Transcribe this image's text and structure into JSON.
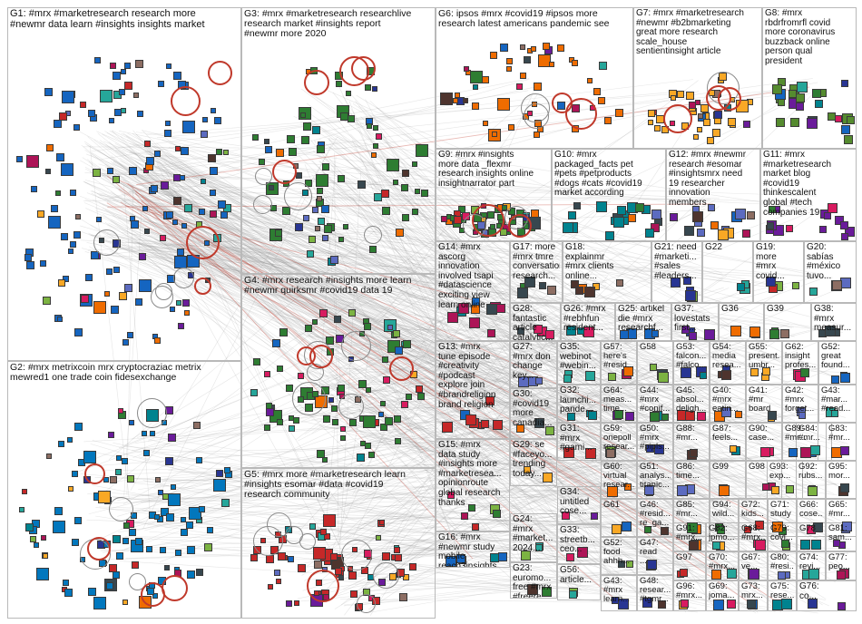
{
  "page": {
    "background": "#ffffff",
    "edge_color": "#8c8c8c",
    "highlight_edge_color": "#c0392b"
  },
  "node_palette": [
    "#2e7d32",
    "#1565c0",
    "#6a1b9a",
    "#ad1457",
    "#00838f",
    "#ef6c00",
    "#4e342e",
    "#37474f",
    "#c62828",
    "#7cb342",
    "#f9a825",
    "#5c6bc0",
    "#26a69a",
    "#8d6e63",
    "#d81b60",
    "#283593"
  ],
  "groups": [
    {
      "id": "G1",
      "label": "G1: #mrx #marketresearch research more\n#newmr data learn #insights insights market",
      "node_color": "#1565c0",
      "density": 140
    },
    {
      "id": "G2",
      "label": "G2: #mrx metrixcoin mrx cryptocraziac metrix\nmewred1 one trade coin fidesexchange",
      "node_color": "#0277bd",
      "density": 110
    },
    {
      "id": "G3",
      "label": "G3: #mrx #marketresearch researchlive\nresearch market #insights report\n#newmr more 2020",
      "node_color": "#2e7d32",
      "density": 80
    },
    {
      "id": "G4",
      "label": "G4: #mrx research #insights more learn\n#newmr quirksmr #covid19 data 19",
      "node_color": "#2e7d32",
      "density": 80
    },
    {
      "id": "G5",
      "label": "G5: #mrx more #marketresearch learn\n#insights esomar #data #covid19\nresearch community",
      "node_color": "#c62828",
      "density": 70
    },
    {
      "id": "G6",
      "label": "G6: ipsos #mrx #covid19 #ipsos more\nresearch latest americans pandemic see",
      "node_color": "#ef6c00",
      "density": 50
    },
    {
      "id": "G7",
      "label": "G7: #mrx #marketresearch\n#newmr #b2bmarketing\ngreat more research\nscale_house\nsentientinsight article",
      "node_color": "#f9a825",
      "density": 40
    },
    {
      "id": "G8",
      "label": "G8: #mrx\nrbdrfromrfl covid\nmore coronavirus\nbuzzback online\nperson qual\npresident",
      "node_color": "#558b2f",
      "density": 25
    },
    {
      "id": "G9",
      "label": "G9: #mrx #insights\nmore data _flexmr\nresearch insights online\ninsightnarrator part",
      "node_color": "#2e7d32",
      "density": 50
    },
    {
      "id": "G10",
      "label": "G10: #mrx\npackaged_facts pet\n#pets #petproducts\n#dogs #cats #covid19\nmarket according",
      "node_color": "#00838f",
      "density": 20
    },
    {
      "id": "G12",
      "label": "G12: #mrx #newmr\nresearch #esomar\n#insightsmrx need\n19 researcher\ninnovation\nmembers",
      "node_color": "#5c6bc0",
      "density": 15
    },
    {
      "id": "G11",
      "label": "G11: #mrx\n#marketresearch\nmarket blog\n#covid19\nthinkescalent\nglobal #tech\ncompanies 19",
      "node_color": "#6a1b9a",
      "density": 15
    },
    {
      "id": "G14",
      "label": "G14: #mrx\nascorg\ninnovation\ninvolved tsapi\n#datascience\nexciting view\nlearn online",
      "node_color": "#ad1457",
      "density": 10
    },
    {
      "id": "G17",
      "label": "G17: more\n#mrx tmre\nconversation\nresearch...",
      "node_color": "#37474f",
      "density": 6
    },
    {
      "id": "G18",
      "label": "G18:\nexplainmr\n#mrx clients\nonline...",
      "node_color": "#4e342e",
      "density": 6
    },
    {
      "id": "G21",
      "label": "G21: need\n#marketi...\n#sales\n#leaders...",
      "node_color": "#283593",
      "density": 5
    },
    {
      "id": "G22",
      "label": "G22",
      "node_color": "#26a69a",
      "density": 4
    },
    {
      "id": "G19",
      "label": "G19:\nmore\n#mrx\ncovid...",
      "node_color": "#7cb342",
      "density": 4
    },
    {
      "id": "G20",
      "label": "G20:\nsabías\n#méxico\ntuvo...",
      "node_color": "#8d6e63",
      "density": 4
    },
    {
      "id": "G28",
      "label": "G28:\nfantastic\narticle\ncatalytic...",
      "node_color": "#d81b60",
      "density": 4
    },
    {
      "id": "G26",
      "label": "G26: #mrx\n#rebhfun\nresident...",
      "node_color": "#00838f",
      "density": 4
    },
    {
      "id": "G25",
      "label": "G25: artikel\ndie #mrx\nresearchf...",
      "node_color": "#1565c0",
      "density": 4
    },
    {
      "id": "G37",
      "label": "G37:\nlovestats\nfirst...",
      "node_color": "#6a1b9a",
      "density": 4
    },
    {
      "id": "G36",
      "label": "G36",
      "node_color": "#ef6c00",
      "density": 3
    },
    {
      "id": "G39",
      "label": "G39",
      "node_color": "#2e7d32",
      "density": 3
    },
    {
      "id": "G38",
      "label": "G38:\n#mrx\nmeasur...",
      "node_color": "#37474f",
      "density": 3
    },
    {
      "id": "G13",
      "label": "G13: #mrx\ntune episode\n#creativity\n#podcast\nexplore join\n#brandreligion\nbrand religion",
      "node_color": "#c62828",
      "density": 8
    },
    {
      "id": "G27",
      "label": "G27:\n#mrx don\nchange\nkey...",
      "node_color": "#5c6bc0",
      "density": 3
    },
    {
      "id": "G35",
      "label": "G35:\nwebinot\n#webin...",
      "node_color": "#26a69a",
      "density": 3
    },
    {
      "id": "G57",
      "label": "G57:\nhere's\n#resid...",
      "node_color": "#ad1457",
      "density": 3
    },
    {
      "id": "G58",
      "label": "G58",
      "node_color": "#7cb342",
      "density": 3
    },
    {
      "id": "G53",
      "label": "G53:\nfalcon...\n#falco...",
      "node_color": "#283593",
      "density": 3
    },
    {
      "id": "G54",
      "label": "G54:\nmedia\nresea...",
      "node_color": "#4e342e",
      "density": 3
    },
    {
      "id": "G55",
      "label": "G55:\npresent...\numbr...",
      "node_color": "#f9a825",
      "density": 3
    },
    {
      "id": "G62",
      "label": "G62:\ninsight\nprofes...",
      "node_color": "#d81b60",
      "density": 3
    },
    {
      "id": "G52t",
      "label": "G52:\ngreat\nfound...",
      "node_color": "#1565c0",
      "density": 3
    },
    {
      "id": "G32",
      "label": "G32:\nlaunchi...\npande...",
      "node_color": "#00838f",
      "density": 3
    },
    {
      "id": "G64",
      "label": "G64:\nmeas...\ntime...",
      "node_color": "#6a1b9a",
      "density": 3
    },
    {
      "id": "G44",
      "label": "G44:\n#mrx\n#conif...",
      "node_color": "#2e7d32",
      "density": 3
    },
    {
      "id": "G45",
      "label": "G45:\nabsol...\ndeligh...",
      "node_color": "#c62828",
      "density": 3
    },
    {
      "id": "G40",
      "label": "G40:\n#mrx\neatin...",
      "node_color": "#ef6c00",
      "density": 3
    },
    {
      "id": "G41",
      "label": "G41:\n#mr\nboard",
      "node_color": "#37474f",
      "density": 2
    },
    {
      "id": "G42",
      "label": "G42:\n#mrx\nforget...",
      "node_color": "#5c6bc0",
      "density": 2
    },
    {
      "id": "G43",
      "label": "G43:\n#mar...\n#read...",
      "node_color": "#26a69a",
      "density": 2
    },
    {
      "id": "G30",
      "label": "G30:\n#covid19\nmore\ncanadia...",
      "node_color": "#ad1457",
      "density": 3
    },
    {
      "id": "G59",
      "label": "G59:\nonepoll\nresear...",
      "node_color": "#7cb342",
      "density": 2
    },
    {
      "id": "G50",
      "label": "G50:\n#mrx\n#pipls...",
      "node_color": "#283593",
      "density": 2
    },
    {
      "id": "G88",
      "label": "G88:\n#mr...",
      "node_color": "#4e342e",
      "density": 2
    },
    {
      "id": "G87",
      "label": "G87:\nfeels...",
      "node_color": "#f9a825",
      "density": 2
    },
    {
      "id": "G90",
      "label": "G90:\ncase...",
      "node_color": "#d81b60",
      "density": 2
    },
    {
      "id": "G89",
      "label": "G89:\n#mr...",
      "node_color": "#1565c0",
      "density": 2
    },
    {
      "id": "G84",
      "label": "G84:\n#mr...",
      "node_color": "#00838f",
      "density": 2
    },
    {
      "id": "G83",
      "label": "G83:\n#mr...",
      "node_color": "#6a1b9a",
      "density": 2
    },
    {
      "id": "G15",
      "label": "G15: #mrx\ndata study\n#insights more\n#marketresea...\nopinionroute\nglobal research\nthanks",
      "node_color": "#2e7d32",
      "density": 6
    },
    {
      "id": "G31",
      "label": "G31:\n#mrx\n#gami...",
      "node_color": "#c62828",
      "density": 2
    },
    {
      "id": "G60",
      "label": "G60:\nvirtual\nresear...",
      "node_color": "#ef6c00",
      "density": 2
    },
    {
      "id": "G51",
      "label": "G51:\nanalys...\ntitanic...",
      "node_color": "#37474f",
      "density": 2
    },
    {
      "id": "G86",
      "label": "G86:\ntime...",
      "node_color": "#5c6bc0",
      "density": 2
    },
    {
      "id": "G99",
      "label": "G99",
      "node_color": "#26a69a",
      "density": 2
    },
    {
      "id": "G98",
      "label": "G98",
      "node_color": "#ad1457",
      "density": 2
    },
    {
      "id": "G93",
      "label": "G93:\nexp...",
      "node_color": "#7cb342",
      "density": 2
    },
    {
      "id": "G92",
      "label": "G92:\nrubs...",
      "node_color": "#283593",
      "density": 2
    },
    {
      "id": "G95",
      "label": "G95:\nmor...",
      "node_color": "#4e342e",
      "density": 2
    },
    {
      "id": "G29",
      "label": "G29: se\n#faceyo...\ntrending\ntoday...",
      "node_color": "#f9a825",
      "density": 2
    },
    {
      "id": "G34",
      "label": "G34:\nuntitled\ncose...",
      "node_color": "#d81b60",
      "density": 2
    },
    {
      "id": "G61",
      "label": "G61",
      "node_color": "#1565c0",
      "density": 2
    },
    {
      "id": "G46",
      "label": "G46:\n#resid...\nre_ga...",
      "node_color": "#00838f",
      "density": 2
    },
    {
      "id": "G85",
      "label": "G85:\n#mr...",
      "node_color": "#6a1b9a",
      "density": 2
    },
    {
      "id": "G94",
      "label": "G94:\nwild...",
      "node_color": "#2e7d32",
      "density": 2
    },
    {
      "id": "G72",
      "label": "G72:\nkids...",
      "node_color": "#c62828",
      "density": 2
    },
    {
      "id": "G71",
      "label": "G71:\nstudy",
      "node_color": "#ef6c00",
      "density": 2
    },
    {
      "id": "G66",
      "label": "G66:\ncose...",
      "node_color": "#37474f",
      "density": 2
    },
    {
      "id": "G65",
      "label": "G65:\n#mr...",
      "node_color": "#5c6bc0",
      "density": 2
    },
    {
      "id": "G24",
      "label": "G24:\n#mrx\n#market...\n2024...",
      "node_color": "#26a69a",
      "density": 3
    },
    {
      "id": "G33",
      "label": "G33:\nstreetb...\nceo...",
      "node_color": "#ad1457",
      "density": 2
    },
    {
      "id": "G52",
      "label": "G52:\nfood\nahhh...",
      "node_color": "#7cb342",
      "density": 2
    },
    {
      "id": "G47",
      "label": "G47:\nread\n...",
      "node_color": "#283593",
      "density": 2
    },
    {
      "id": "G91",
      "label": "G91:\n#mrx...",
      "node_color": "#4e342e",
      "density": 2
    },
    {
      "id": "G82",
      "label": "G82:\njpmo...",
      "node_color": "#f9a825",
      "density": 2
    },
    {
      "id": "G68",
      "label": "G68:\n#mrx...",
      "node_color": "#d81b60",
      "density": 2
    },
    {
      "id": "G79",
      "label": "G79:\ncovi...",
      "node_color": "#1565c0",
      "density": 2
    },
    {
      "id": "G78",
      "label": "G78",
      "node_color": "#00838f",
      "density": 2
    },
    {
      "id": "G81",
      "label": "G81:\nsam...",
      "node_color": "#6a1b9a",
      "density": 2
    },
    {
      "id": "G16",
      "label": "G16: #mrx\n#newmr study\nmobile\nreach3insights\nplatform\nconsumers...",
      "node_color": "#1565c0",
      "density": 5
    },
    {
      "id": "G23",
      "label": "G23:\neuromo...\nfree #mrx\n#freere...",
      "node_color": "#2e7d32",
      "density": 2
    },
    {
      "id": "G97",
      "label": "G97",
      "node_color": "#c62828",
      "density": 2
    },
    {
      "id": "G70",
      "label": "G70:\n#mrx...",
      "node_color": "#ef6c00",
      "density": 2
    },
    {
      "id": "G67",
      "label": "G67:\nve...",
      "node_color": "#37474f",
      "density": 2
    },
    {
      "id": "G80",
      "label": "G80:\n#resi...",
      "node_color": "#5c6bc0",
      "density": 2
    },
    {
      "id": "G74",
      "label": "G74:\nrevi...",
      "node_color": "#26a69a",
      "density": 2
    },
    {
      "id": "G77",
      "label": "G77:\npeo...",
      "node_color": "#ad1457",
      "density": 2
    },
    {
      "id": "G56",
      "label": "G56:\narticle...",
      "node_color": "#7cb342",
      "density": 2
    },
    {
      "id": "G43b",
      "label": "G43:\n#mrx\nlearn...",
      "node_color": "#283593",
      "density": 2
    },
    {
      "id": "G48",
      "label": "G48:\nresear...\n#tgmr...",
      "node_color": "#4e342e",
      "density": 2
    },
    {
      "id": "G96",
      "label": "G96:\n#mrx...",
      "node_color": "#f9a825",
      "density": 2
    },
    {
      "id": "G69",
      "label": "G69:\njoma...",
      "node_color": "#d81b60",
      "density": 2
    },
    {
      "id": "G73",
      "label": "G73:\nmrx...",
      "node_color": "#1565c0",
      "density": 2
    },
    {
      "id": "G75",
      "label": "G75:\nrese...",
      "node_color": "#00838f",
      "density": 2
    },
    {
      "id": "G76",
      "label": "G76:\nco...",
      "node_color": "#6a1b9a",
      "density": 2
    }
  ]
}
